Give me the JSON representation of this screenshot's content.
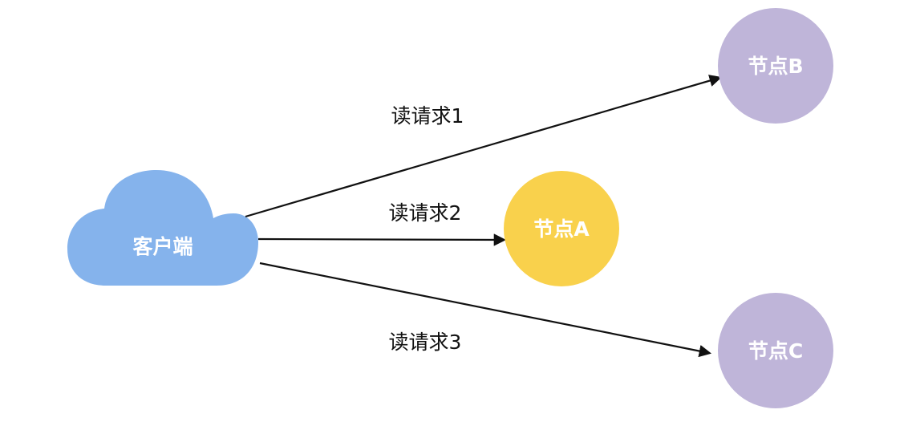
{
  "client": {
    "label": "客户端",
    "color": "#85b3ec"
  },
  "nodes": {
    "a": {
      "label": "节点A",
      "color": "#f9d14c"
    },
    "b": {
      "label": "节点B",
      "color": "#bfb5d9"
    },
    "c": {
      "label": "节点C",
      "color": "#bfb5d9"
    }
  },
  "edges": {
    "to_b": {
      "label": "读请求1"
    },
    "to_a": {
      "label": "读请求2"
    },
    "to_c": {
      "label": "读请求3"
    }
  },
  "colors": {
    "line": "#111111",
    "node_text": "#ffffff",
    "edge_text": "#111111"
  }
}
